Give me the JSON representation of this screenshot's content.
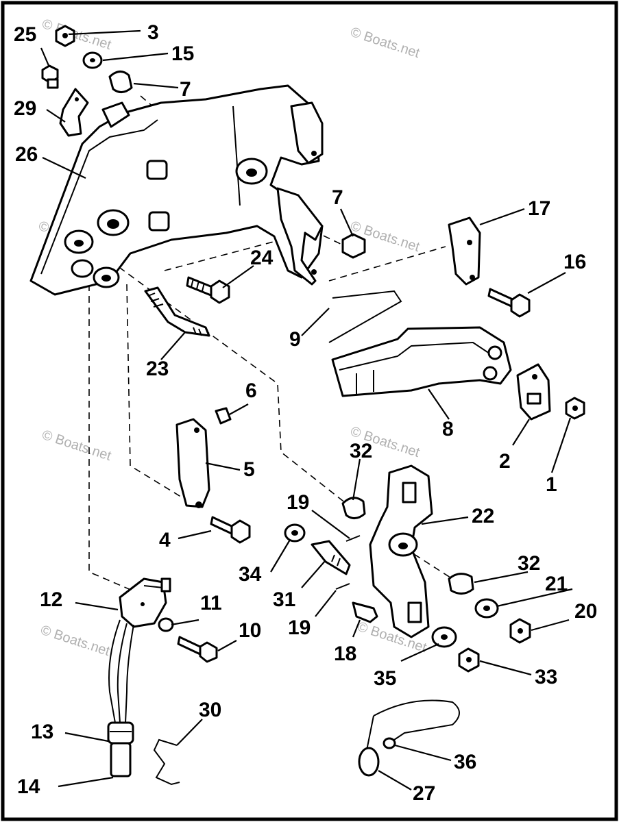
{
  "watermark": "© Boats.net",
  "callouts": {
    "c1": "1",
    "c2": "2",
    "c3": "3",
    "c4": "4",
    "c5": "5",
    "c6": "6",
    "c7a": "7",
    "c7b": "7",
    "c8": "8",
    "c9": "9",
    "c10": "10",
    "c11": "11",
    "c12": "12",
    "c13": "13",
    "c14": "14",
    "c15": "15",
    "c16": "16",
    "c17": "17",
    "c18": "18",
    "c19a": "19",
    "c19b": "19",
    "c20": "20",
    "c21": "21",
    "c22": "22",
    "c23": "23",
    "c24": "24",
    "c25": "25",
    "c26": "26",
    "c27": "27",
    "c29": "29",
    "c30": "30",
    "c31": "31",
    "c32a": "32",
    "c32b": "32",
    "c33": "33",
    "c34": "34",
    "c35": "35",
    "c36": "36"
  }
}
